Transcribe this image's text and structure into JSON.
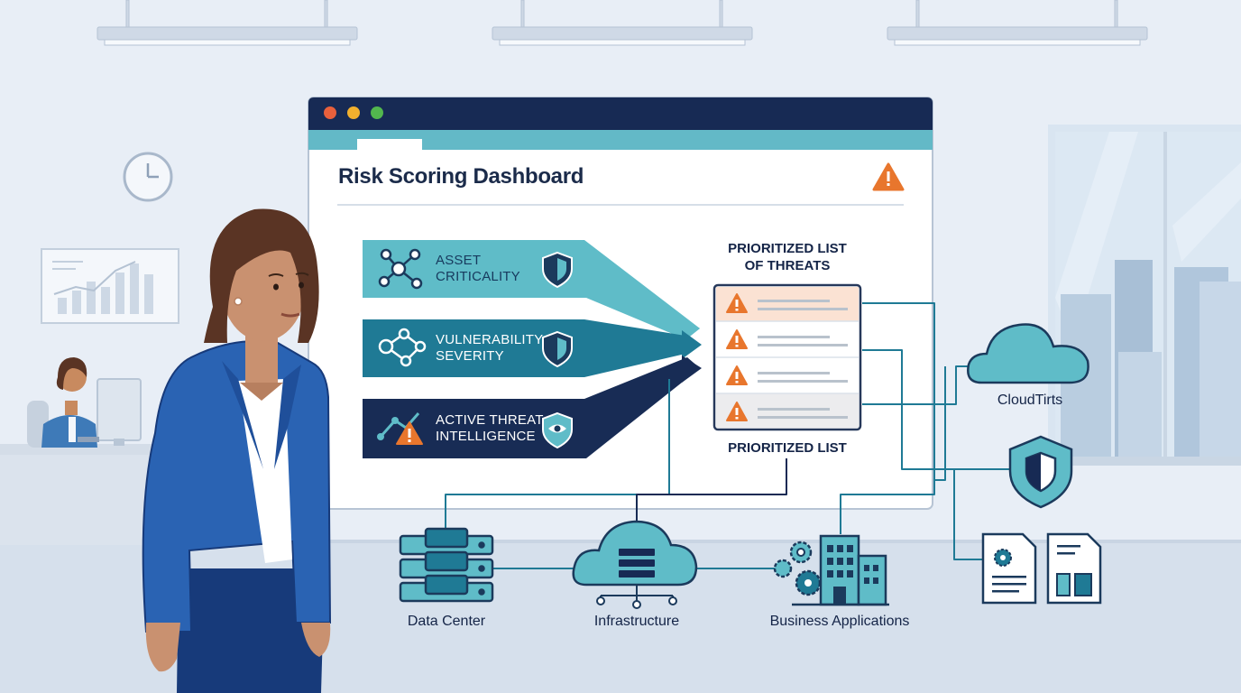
{
  "dashboard": {
    "title": "Risk Scoring Dashboard",
    "colors": {
      "titlebar": "#172a54",
      "tabstrip": "#63b9c7",
      "accent": "#e8762d"
    },
    "window_buttons": [
      "close",
      "minimize",
      "maximize"
    ],
    "header_icon": "warning-icon"
  },
  "factors": [
    {
      "line1": "ASSET",
      "line2": "CRITICALITY",
      "icon": "network-nodes-icon",
      "badge": "shield-icon",
      "color": "#5fbcc8"
    },
    {
      "line1": "VULNERABILITY",
      "line2": "SEVERITY",
      "icon": "network-nodes-icon",
      "badge": "shield-icon",
      "color": "#1f7a95"
    },
    {
      "line1": "ACTIVE THREAT",
      "line2": "INTELLIGENCE",
      "icon": "graph-warning-icon",
      "badge": "eye-shield-icon",
      "color": "#182c55"
    }
  ],
  "prioritized": {
    "heading_line1": "PRIORITIZED LIST",
    "heading_line2": "OF THREATS",
    "footer": "PRIORITIZED LIST",
    "rows": 4
  },
  "nodes": {
    "data_center": "Data Center",
    "infrastructure": "Infrastructure",
    "business_apps": "Business Applications",
    "cloud": "CloudTirts"
  }
}
